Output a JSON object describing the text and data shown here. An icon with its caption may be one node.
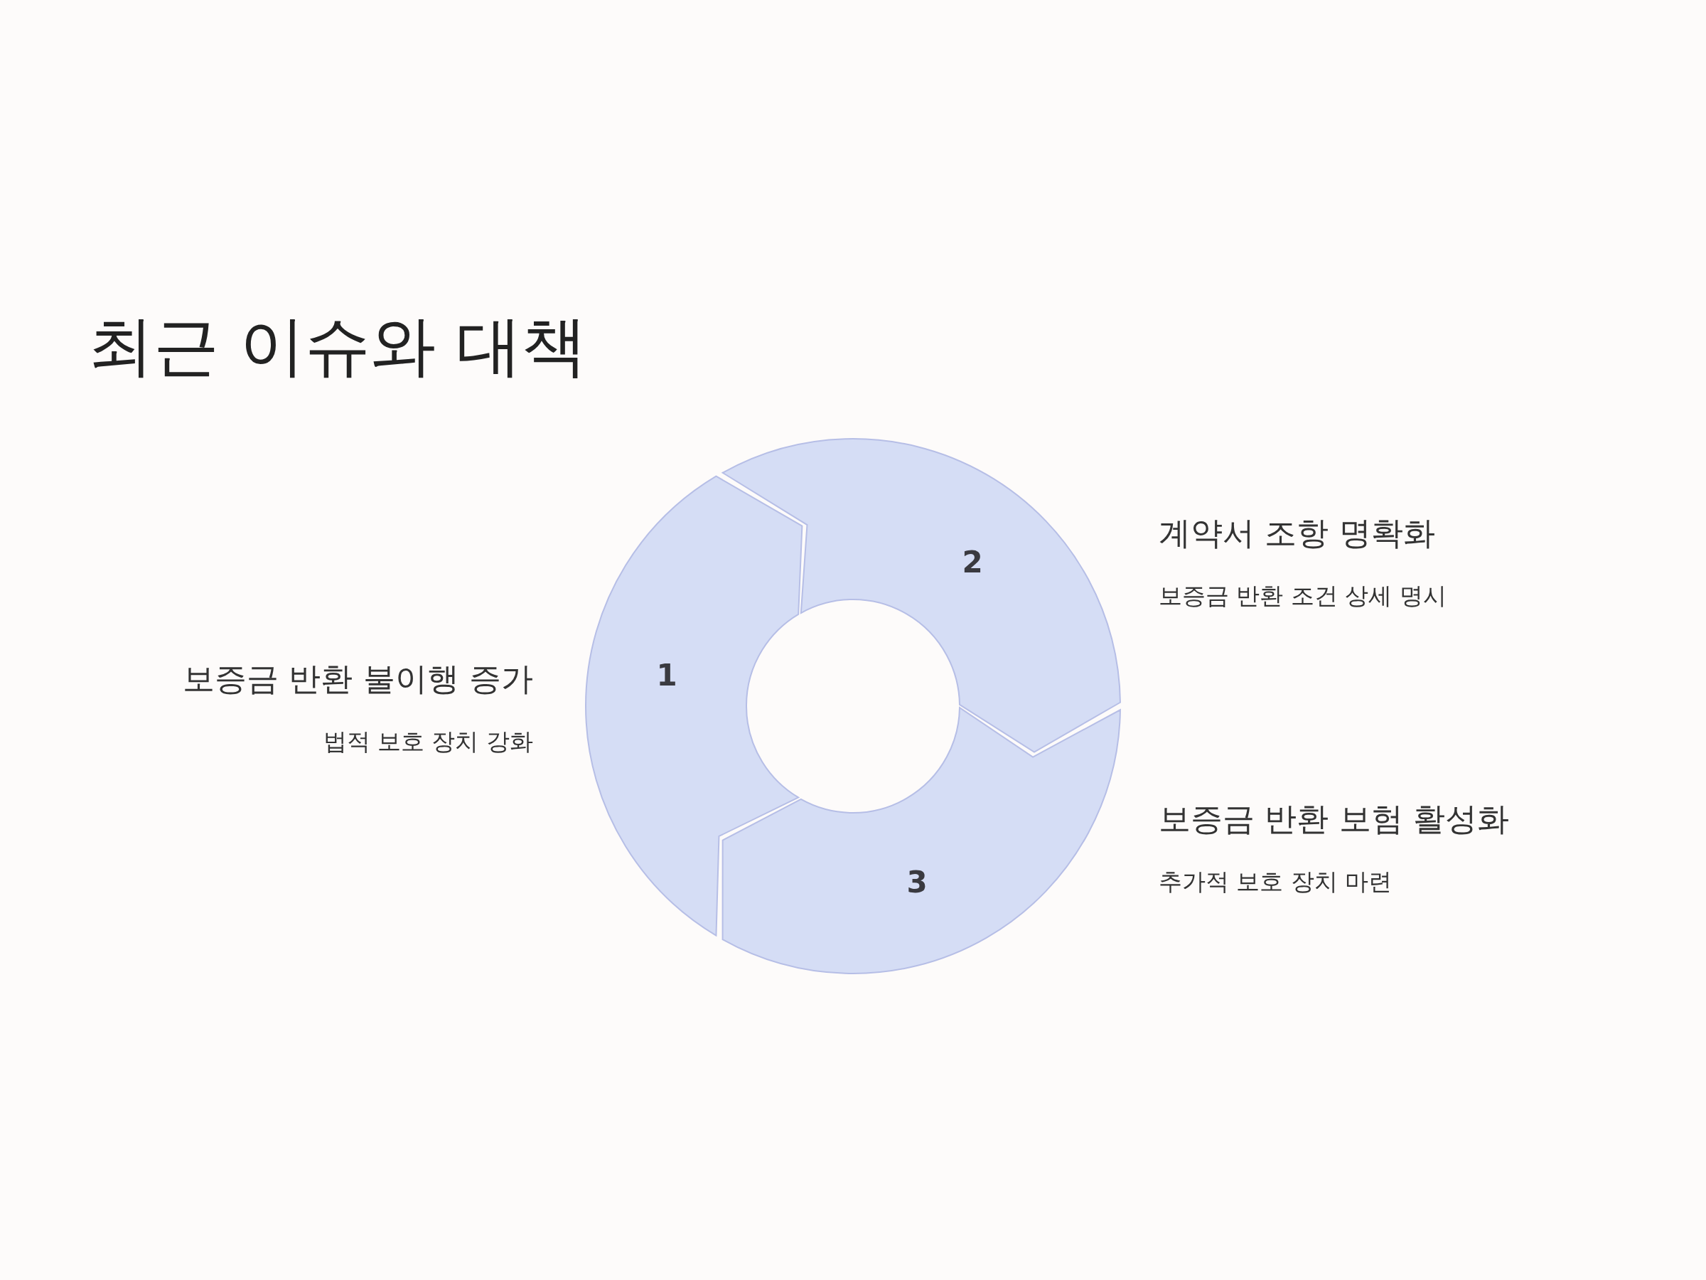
{
  "diagram": {
    "title": "최근 이슈와 대책",
    "nodes": [
      {
        "text": [
          "1"
        ],
        "beside": [
          "보증금 반환 불이행 증가",
          "법적 보호 장치 강화"
        ]
      },
      {
        "text": [
          "2"
        ],
        "beside": [
          "계약서 조항 명확화",
          "보증금 반환 조건 상세 명시"
        ]
      },
      {
        "text": [
          "3"
        ],
        "beside": [
          "보증금 반환 보험 활성화",
          "추가적 보호 장치 마련"
        ]
      }
    ]
  }
}
